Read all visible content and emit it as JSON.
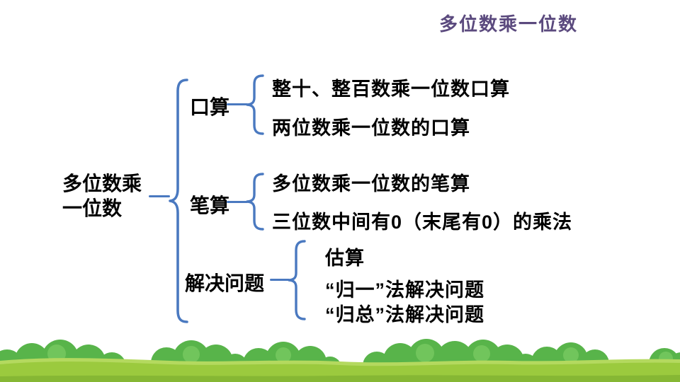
{
  "title": "多位数乘一位数",
  "mindmap": {
    "root": {
      "line1": "多位数乘",
      "line2": "一位数"
    },
    "branches": [
      {
        "label": "口算",
        "children": [
          "整十、整百数乘一位数口算",
          "两位数乘一位数的口算"
        ]
      },
      {
        "label": "笔算",
        "children": [
          "多位数乘一位数的笔算",
          "三位数中间有0（末尾有0）的乘法"
        ]
      },
      {
        "label": "解决问题",
        "children": [
          "估算",
          "“归一”法解决问题",
          "“归总”法解决问题"
        ]
      }
    ]
  },
  "colors": {
    "brace_blue": "#4a79c0",
    "title_purple": "#5b4a7e",
    "body_text": "#000000",
    "grass_light": "#b4d95f",
    "grass_main": "#9bca3e",
    "grass_dark": "#86b734",
    "bush_mid": "#58b44a",
    "bush_dark": "#3f9c3e",
    "bush_light": "#74c65e"
  },
  "icons": {
    "brace": "curly-brace-icon",
    "scenery": "grass-and-bushes"
  }
}
